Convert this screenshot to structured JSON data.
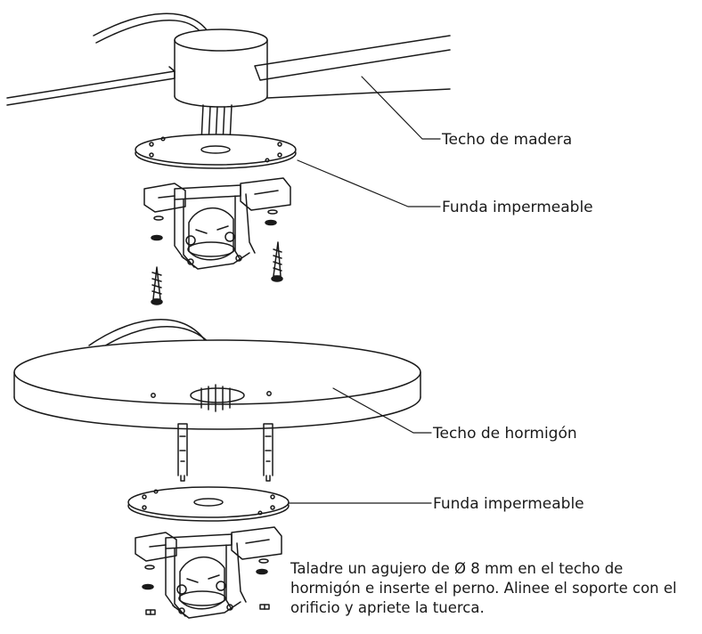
{
  "labels": {
    "wood_ceiling": "Techo de madera",
    "waterproof_sleeve_top": "Funda impermeable",
    "concrete_ceiling": "Techo de hormigón",
    "waterproof_sleeve_bottom": "Funda impermeable"
  },
  "instruction": {
    "line1": "Taladre un agujero de Ø 8 mm en el techo de",
    "line2": "hormigón e inserte el perno. Alinee el soporte con el",
    "line3": "orificio y apriete la tuerca."
  }
}
